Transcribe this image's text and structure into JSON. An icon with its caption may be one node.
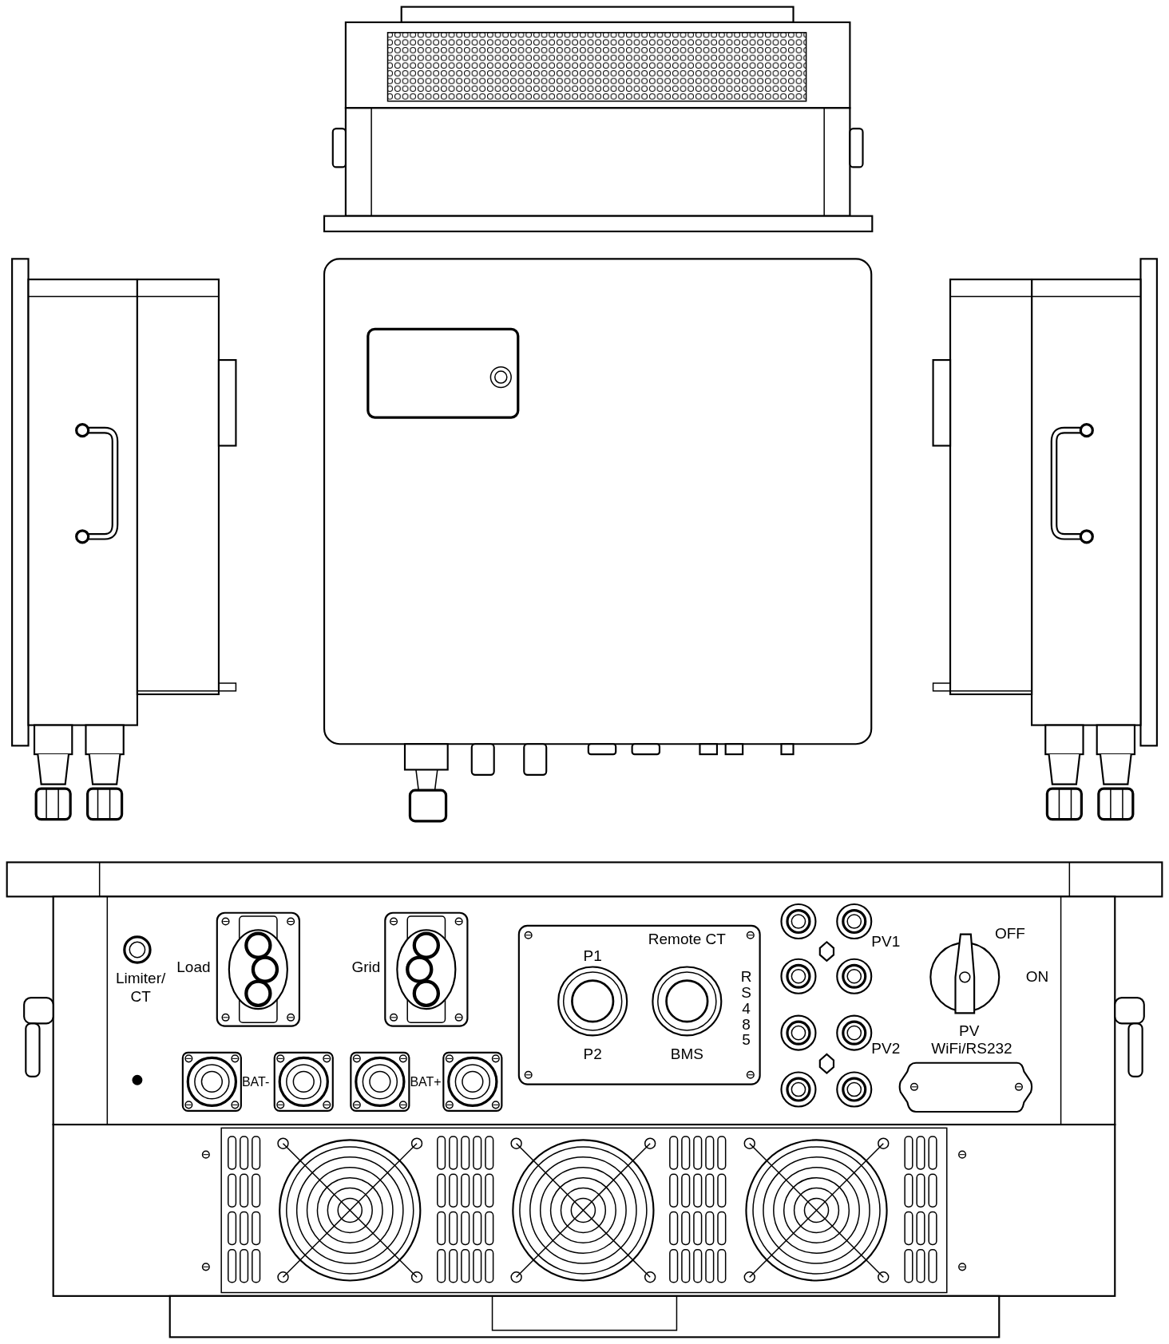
{
  "diagram": {
    "labels": [
      "Limiter/ CT",
      "Load",
      "Grid",
      "P1",
      "Remote CT",
      "RS485",
      "P2",
      "BMS",
      "PV1",
      "PV2",
      "OFF",
      "ON",
      "PV",
      "WiFi/RS232",
      "BAT-",
      "BAT+"
    ]
  }
}
